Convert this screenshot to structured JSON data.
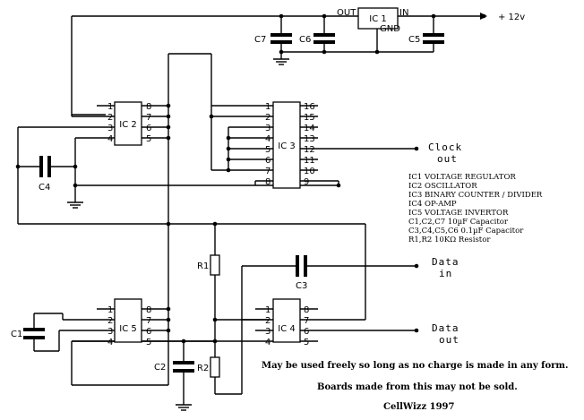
{
  "power": {
    "out": "OUT",
    "in": "IN",
    "gnd": "GND",
    "supply": "+ 12v"
  },
  "ics": {
    "ic1": "IC 1",
    "ic2": "IC 2",
    "ic3": "IC 3",
    "ic4": "IC 4",
    "ic5": "IC 5"
  },
  "pins": {
    "ic2_left": [
      "1",
      "2",
      "3",
      "4"
    ],
    "ic2_right": [
      "8",
      "7",
      "6",
      "5"
    ],
    "ic3_left": [
      "1",
      "2",
      "3",
      "4",
      "5",
      "6",
      "7",
      "8"
    ],
    "ic3_right": [
      "16",
      "15",
      "14",
      "13",
      "12",
      "11",
      "10",
      "9"
    ],
    "ic5_left": [
      "1",
      "2",
      "3",
      "4"
    ],
    "ic5_right": [
      "8",
      "7",
      "6",
      "5"
    ],
    "ic4_left": [
      "1",
      "2",
      "3",
      "4"
    ],
    "ic4_right": [
      "8",
      "7",
      "6",
      "5"
    ]
  },
  "parts": {
    "c1": "C1",
    "c2": "C2",
    "c3": "C3",
    "c4": "C4",
    "c5": "C5",
    "c6": "C6",
    "c7": "C7",
    "r1": "R1",
    "r2": "R2"
  },
  "outputs": {
    "clock": [
      "Clock",
      "out"
    ],
    "data_in": [
      "Data",
      "in"
    ],
    "data_out": [
      "Data",
      "out"
    ]
  },
  "legend": [
    "IC1 VOLTAGE REGULATOR",
    "IC2 OSCILLATOR",
    "IC3 BINARY COUNTER / DIVIDER",
    "IC4 OP-AMP",
    "IC5 VOLTAGE INVERTOR",
    "C1,C2,C7 10µF Capacitor",
    "C3,C4,C5,C6 0.1µF Capacitor",
    "R1,R2 10KΩ Resistor"
  ],
  "notes": [
    "May be used freely so long as no charge is made in any form.",
    "Boards made from this may not be sold.",
    "CellWizz 1997"
  ]
}
